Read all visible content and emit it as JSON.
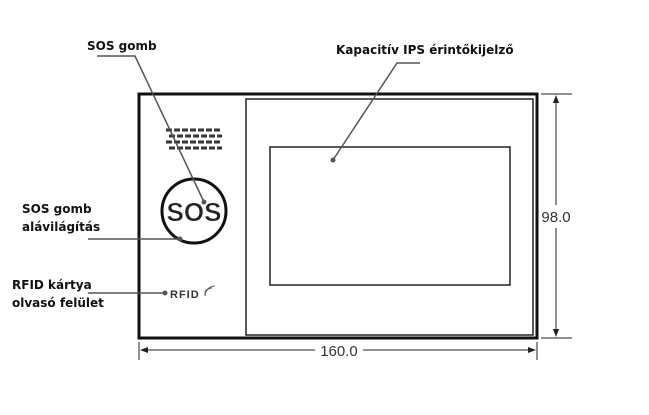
{
  "labels": {
    "sos_button": "SOS gomb",
    "screen": "Kapacitív IPS érintőkijelző",
    "sos_backlight_line1": "SOS gomb",
    "sos_backlight_line2": "alávilágítás",
    "rfid_line1": "RFID kártya",
    "rfid_line2": "olvasó felület"
  },
  "device": {
    "sos_text": "SOS",
    "rfid_text": "RFID"
  },
  "dimensions": {
    "width": "160.0",
    "height": "98.0"
  }
}
